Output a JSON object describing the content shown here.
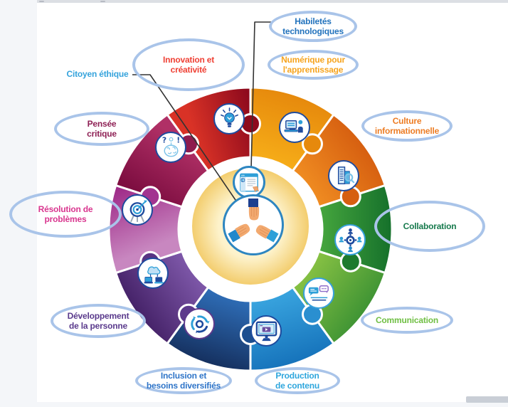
{
  "chrome": {
    "left_strip_color": "#f4f6f9",
    "top_bar_color": "#dcdfe4",
    "top_bar_marks_color": "#b7bbc3",
    "bottom_strip_color": "#f4f6f9",
    "scrollbar_thumb_color": "#c9ced6",
    "canvas_color": "#ffffff"
  },
  "diagram": {
    "oval_stroke": "#a9c4e9",
    "connector_color": "#333333",
    "labels": {
      "habiletes": {
        "line1": "Habiletés",
        "line2": "technologiques",
        "color": "#2373bd"
      },
      "innovation": {
        "line1": "Innovation et",
        "line2": "créativité",
        "color": "#ef4135"
      },
      "citoyen": {
        "line1": "Citoyen éthique",
        "color": "#35a3dc"
      },
      "numerique": {
        "line1": "Numérique pour",
        "line2": "l'apprentissage",
        "color": "#f6a41e"
      },
      "pensee": {
        "line1": "Pensée",
        "line2": "critique",
        "color": "#8e2155"
      },
      "culture": {
        "line1": "Culture",
        "line2": "informationnelle",
        "color": "#ed7d24"
      },
      "resolution": {
        "line1": "Résolution de",
        "line2": "problèmes",
        "color": "#d9368f"
      },
      "collaboration": {
        "line1": "Collaboration",
        "color": "#177a4d"
      },
      "developpement": {
        "line1": "Développement",
        "line2": "de la personne",
        "color": "#5a3a8c"
      },
      "communication": {
        "line1": "Communication",
        "color": "#70bf44"
      },
      "inclusion": {
        "line1": "Inclusion et",
        "line2": "besoins diversifiés",
        "color": "#2e74c8"
      },
      "production": {
        "line1": "Production",
        "line2": "de contenu",
        "color": "#2ea6dd"
      }
    },
    "segments": [
      {
        "name": "innovation-et-creativite",
        "color_light": "#d93226",
        "color_dark": "#8e0a1d"
      },
      {
        "name": "numerique-pour-apprentissage",
        "color_light": "#f6ac18",
        "color_dark": "#e6890c"
      },
      {
        "name": "culture-informationnelle",
        "color_light": "#ef8b21",
        "color_dark": "#d65f10"
      },
      {
        "name": "collaboration",
        "color_light": "#44a43d",
        "color_dark": "#15702b"
      },
      {
        "name": "communication",
        "color_light": "#85c043",
        "color_dark": "#3f9434"
      },
      {
        "name": "production-de-contenu",
        "color_light": "#38a3de",
        "color_dark": "#1673bb"
      },
      {
        "name": "inclusion-et-besoins-diversifies",
        "color_light": "#2e6cb5",
        "color_dark": "#15305f"
      },
      {
        "name": "developpement-de-la-personne",
        "color_light": "#7d57a8",
        "color_dark": "#452268"
      },
      {
        "name": "resolution-de-problemes",
        "color_light": "#9c2484",
        "color_dark": "#c887c0"
      },
      {
        "name": "pensee-critique",
        "color_light": "#b03066",
        "color_dark": "#7e0e41"
      }
    ],
    "tabs": [
      "#8e0a1d",
      "#e6890c",
      "#d65f10",
      "#1d7a2e",
      "#2a8fd0",
      "#1d4f8f",
      "#5d3a8c",
      "#583483",
      "#a23390",
      "#8e1b4e"
    ],
    "center": {
      "ring_color": "#2e86c1",
      "yellow_inner": "#fffdf0",
      "yellow_mid": "#fdf2ca",
      "yellow_outer": "#f3cd6e",
      "hand_color": "#f2a96f",
      "sleeve_colors": [
        "#1c3f8f",
        "#2e9fd8",
        "#2188cc"
      ]
    },
    "icon_palette": {
      "navy": "#1e4b9e",
      "blue": "#2e9fd8",
      "light_blue": "#bfe0f5",
      "pale_blue": "#d7ecf9",
      "purple": "#6b4fa0",
      "violet": "#8e6cc8",
      "tan": "#f0a66e",
      "gray": "#9aa7b5",
      "line_gray": "#b9c6d2"
    },
    "icon_glyphs": {
      "question": "?",
      "exclamation": "!"
    }
  }
}
